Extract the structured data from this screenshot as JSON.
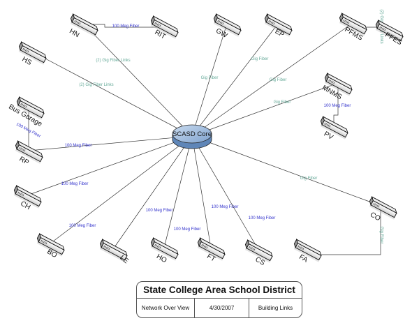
{
  "core": {
    "id": "core",
    "label": "SCASD Core"
  },
  "nodes": [
    {
      "id": "HN",
      "label": "HN"
    },
    {
      "id": "RIT",
      "label": "RIT"
    },
    {
      "id": "GW",
      "label": "GW"
    },
    {
      "id": "EP",
      "label": "EP"
    },
    {
      "id": "PFMS",
      "label": "PFMS"
    },
    {
      "id": "PFES",
      "label": "PFES"
    },
    {
      "id": "HS",
      "label": "HS"
    },
    {
      "id": "MNMS",
      "label": "MNMS"
    },
    {
      "id": "PV",
      "label": "PV"
    },
    {
      "id": "BUS",
      "label": "Bus Garage"
    },
    {
      "id": "RP",
      "label": "RP"
    },
    {
      "id": "CH",
      "label": "CH"
    },
    {
      "id": "BO",
      "label": "BO"
    },
    {
      "id": "LE",
      "label": "LE"
    },
    {
      "id": "HO",
      "label": "HO"
    },
    {
      "id": "FT",
      "label": "FT"
    },
    {
      "id": "CS",
      "label": "CS"
    },
    {
      "id": "FA",
      "label": "FA"
    },
    {
      "id": "CO",
      "label": "CO"
    }
  ],
  "links": [
    {
      "from": "HN",
      "to": "RIT",
      "label": "100 Meg Fiber",
      "type": "meg"
    },
    {
      "from": "core",
      "to": "HN",
      "label": "(2) Gig Fiber Links",
      "type": "gig"
    },
    {
      "from": "core",
      "to": "HS",
      "label": "(2) Gig Fiber Links",
      "type": "gig"
    },
    {
      "from": "core",
      "to": "GW",
      "label": "Gig Fiber",
      "type": "gig"
    },
    {
      "from": "core",
      "to": "EP",
      "label": "Gig Fiber",
      "type": "gig"
    },
    {
      "from": "core",
      "to": "PFMS",
      "label": "Gig Fiber",
      "type": "gig"
    },
    {
      "from": "PFMS",
      "to": "PFES",
      "label": "(2) Gig Fiber Links",
      "type": "gig"
    },
    {
      "from": "core",
      "to": "MNMS",
      "label": "Gig Fiber",
      "type": "gig"
    },
    {
      "from": "MNMS",
      "to": "PV",
      "label": "100 Meg Fiber",
      "type": "meg"
    },
    {
      "from": "BUS",
      "to": "RP",
      "label": "100 Meg Fiber",
      "type": "meg"
    },
    {
      "from": "core",
      "to": "RP",
      "label": "100 Meg Fiber",
      "type": "meg"
    },
    {
      "from": "core",
      "to": "CH",
      "label": "100 Meg Fiber",
      "type": "meg"
    },
    {
      "from": "core",
      "to": "BO",
      "label": "100 Meg Fiber",
      "type": "meg"
    },
    {
      "from": "core",
      "to": "LE",
      "label": "100 Meg Fiber",
      "type": "meg"
    },
    {
      "from": "core",
      "to": "HO",
      "label": "100 Meg Fiber",
      "type": "meg"
    },
    {
      "from": "core",
      "to": "FT",
      "label": "100 Meg Fiber",
      "type": "meg"
    },
    {
      "from": "core",
      "to": "CS",
      "label": "100 Meg Fiber",
      "type": "meg"
    },
    {
      "from": "core",
      "to": "CO",
      "label": "Gig Fiber",
      "type": "gig"
    },
    {
      "from": "CO",
      "to": "FA",
      "label": "Gig Fiber",
      "type": "gig"
    }
  ],
  "colors": {
    "meg": "#3333cc",
    "gig": "#66aa99",
    "line": "#333333",
    "core_fill": "#9db8db",
    "core_side": "#5f86b8"
  },
  "title_block": {
    "title": "State College Area School District",
    "cells": [
      "Network Over View",
      "4/30/2007",
      "Building Links"
    ]
  }
}
